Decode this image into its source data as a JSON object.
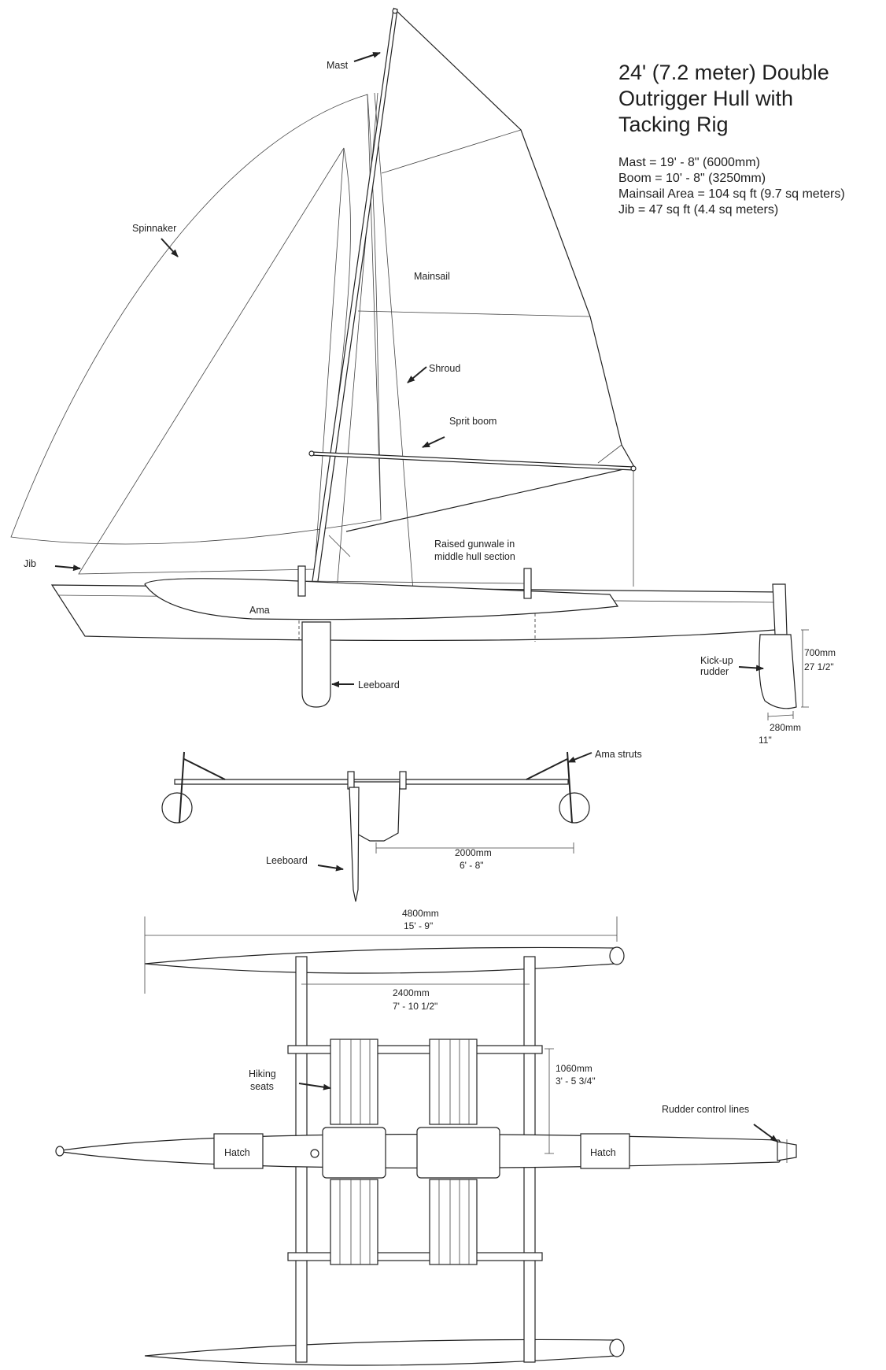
{
  "title_lines": [
    "24' (7.2 meter) Double",
    "Outrigger Hull with",
    "Tacking Rig"
  ],
  "specs": [
    "Mast =  19' - 8\" (6000mm)",
    "Boom = 10' - 8\" (3250mm)",
    "Mainsail Area = 104 sq ft (9.7 sq meters)",
    "Jib = 47 sq ft (4.4 sq meters)"
  ],
  "labels": {
    "mast": "Mast",
    "spinnaker": "Spinnaker",
    "mainsail": "Mainsail",
    "shroud": "Shroud",
    "sprit_boom": "Sprit boom",
    "raised_gunwale_1": "Raised gunwale in",
    "raised_gunwale_2": "middle hull section",
    "jib": "Jib",
    "ama": "Ama",
    "leeboard_side": "Leeboard",
    "kickup_1": "Kick-up",
    "kickup_2": "rudder",
    "ama_struts": "Ama struts",
    "leeboard_front": "Leeboard",
    "hiking_1": "Hiking",
    "hiking_2": "seats",
    "rudder_lines": "Rudder control lines",
    "hatch_fwd": "Hatch",
    "hatch_aft": "Hatch"
  },
  "dimensions": {
    "rudder_depth_mm": "700mm",
    "rudder_depth_in": "27 1/2\"",
    "rudder_chord_mm": "280mm",
    "rudder_chord_in": "11\"",
    "beam_mm": "2000mm",
    "beam_ft": "6' - 8\"",
    "ama_len_mm": "4800mm",
    "ama_len_ft": "15' - 9\"",
    "strut_span_mm": "2400mm",
    "strut_span_ft": "7' - 10 1/2\"",
    "seat_span_mm": "1060mm",
    "seat_span_ft": "3' - 5 3/4\""
  }
}
